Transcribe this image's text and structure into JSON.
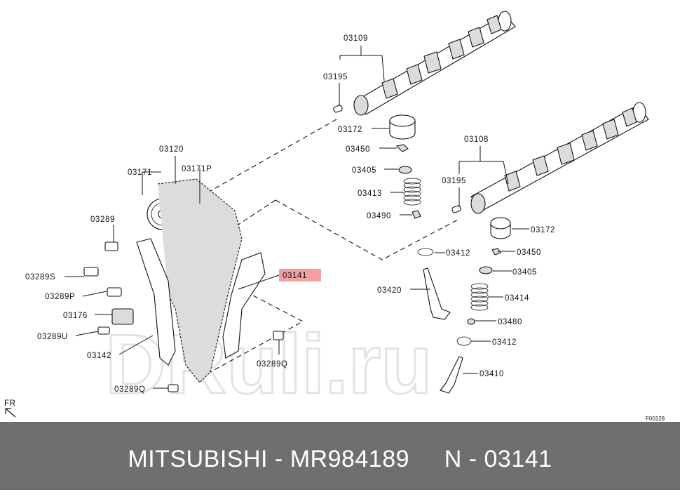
{
  "diagram": {
    "watermark": "DRuli.ru",
    "direction_label": "FR",
    "figure_code": "F00128",
    "highlight_color": "#f2a0a0",
    "labels": {
      "p03109": "03109",
      "p03195a": "03195",
      "p03172a": "03172",
      "p03450a": "03450",
      "p03405a": "03405",
      "p03413": "03413",
      "p03490": "03490",
      "p03108": "03108",
      "p03195b": "03195",
      "p03172b": "03172",
      "p03412a": "03412",
      "p03450b": "03450",
      "p03405b": "03405",
      "p03420": "03420",
      "p03414": "03414",
      "p03480": "03480",
      "p03412b": "03412",
      "p03410": "03410",
      "p03120": "03120",
      "p03171": "03171",
      "p03171p": "03171P",
      "p03289": "03289",
      "p03289s": "03289S",
      "p03289p": "03289P",
      "p03176": "03176",
      "p03289u": "03289U",
      "p03142": "03142",
      "p03289q_left": "03289Q",
      "p03289q_right": "03289Q",
      "p03141": "03141"
    }
  },
  "footer": {
    "text": "MITSUBISHI - MR984189     N - 03141"
  }
}
